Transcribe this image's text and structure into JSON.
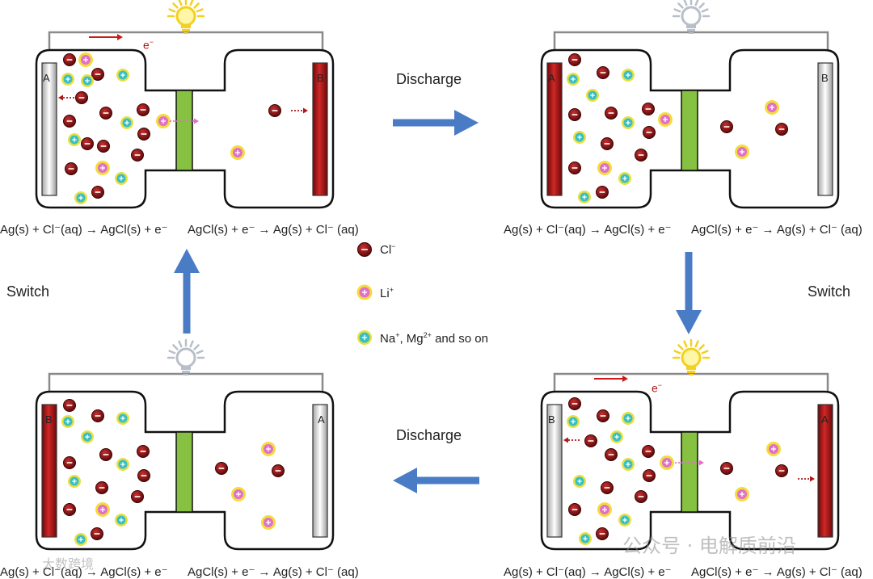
{
  "labels": {
    "discharge_top": "Discharge",
    "discharge_bottom": "Discharge",
    "switch_left": "Switch",
    "switch_right": "Switch",
    "electron": "e",
    "electron_sup": "−"
  },
  "legend": {
    "cl": "Cl",
    "cl_sup": "−",
    "li": "Li",
    "li_sup": "+",
    "na_pre": "Na",
    "na_sup": "+",
    "mg_pre": ", Mg",
    "mg_sup": "2+",
    "na_post": " and so on"
  },
  "equations": {
    "oxidation": "Ag(s) + Cl⁻(aq) → AgCl(s) + e⁻",
    "reduction": "AgCl(s) + e⁻ → Ag(s) + Cl⁻ (aq)"
  },
  "cells": [
    {
      "id": "top-left",
      "electrode_left": "A",
      "electrode_right": "B",
      "bulb": "on"
    },
    {
      "id": "top-right",
      "electrode_left": "A",
      "electrode_right": "B",
      "bulb": "off"
    },
    {
      "id": "bottom-right",
      "electrode_left": "B",
      "electrode_right": "A",
      "bulb": "on"
    },
    {
      "id": "bottom-left",
      "electrode_left": "B",
      "electrode_right": "A",
      "bulb": "off"
    }
  ],
  "watermarks": {
    "wechat": "公众号 · 电解质前沿",
    "corner": "大数跨境"
  },
  "colors": {
    "flow_arrow": "#4a7cc6",
    "membrane": "#86c141",
    "electrode_red": "#b01818",
    "chloride": "#8a1010",
    "lithium_ring": "#f4dc3c",
    "lithium_core": "#e070c8",
    "sodium_ring": "#e8e040",
    "sodium_core": "#38bfc6",
    "bulb_on": "#f4d020",
    "bulb_off": "#b8bfc8",
    "current_arrow": "#cc1a1a"
  }
}
